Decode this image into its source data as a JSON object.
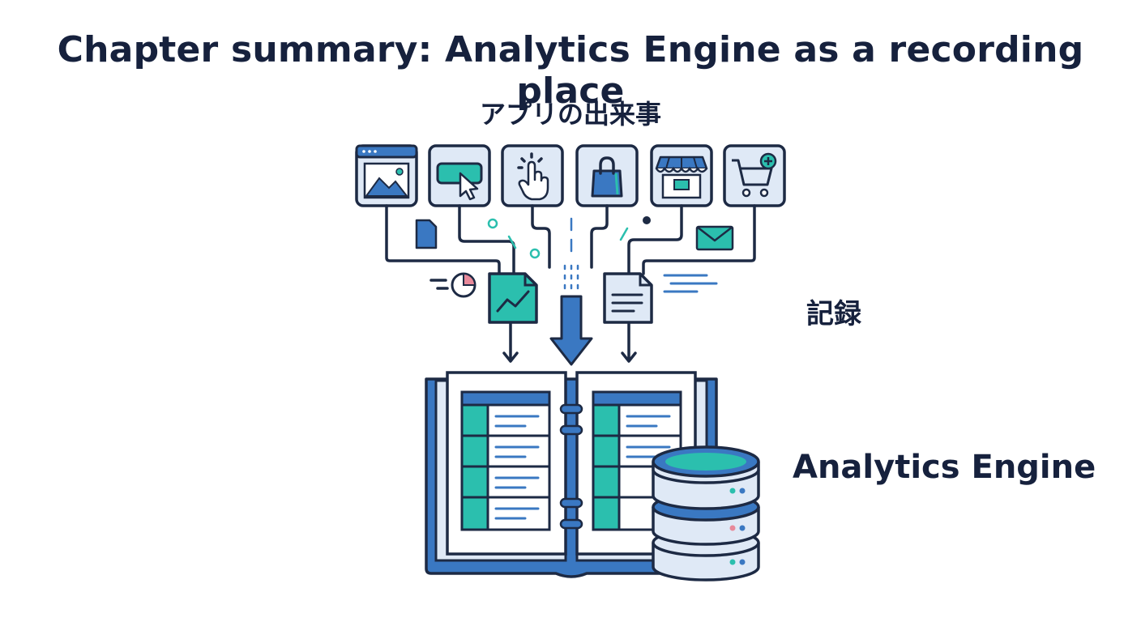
{
  "title": "Chapter summary: Analytics Engine as a recording place",
  "subtitle": "アプリの出来事",
  "labels": {
    "record": "記録",
    "engine": "Analytics Engine"
  },
  "icons": [
    {
      "name": "image-window-icon"
    },
    {
      "name": "click-button-icon"
    },
    {
      "name": "tap-hand-icon"
    },
    {
      "name": "shopping-bag-icon"
    },
    {
      "name": "storefront-icon"
    },
    {
      "name": "add-to-cart-icon"
    }
  ],
  "colors": {
    "ink": "#1d2a44",
    "blue": "#3a78c2",
    "teal": "#2bbfae",
    "light": "#dfe9f6"
  }
}
